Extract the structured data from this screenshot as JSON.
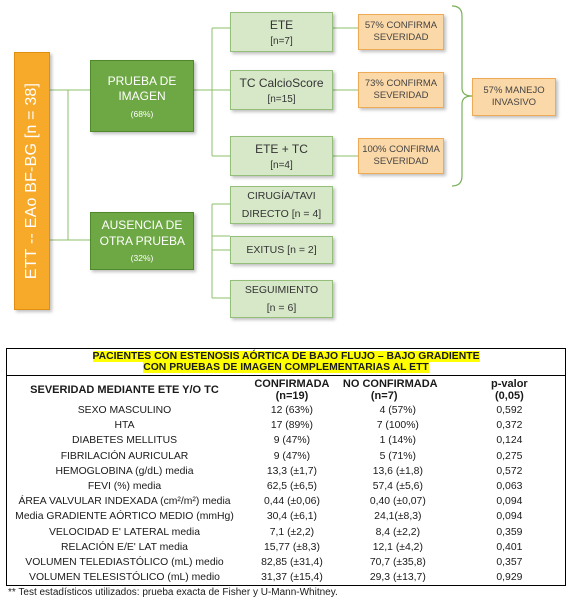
{
  "diagram": {
    "root": "ETT -- EAo BF-BG [n = 38]",
    "imaging": {
      "label": "PRUEBA DE IMAGEN",
      "percent": "(68%)"
    },
    "no_test": {
      "label": "AUSENCIA DE OTRA PRUEBA",
      "percent": "(32%)"
    },
    "tests": [
      {
        "name": "ETE",
        "n": "[n=7]",
        "result": "57% CONFIRMA SEVERIDAD"
      },
      {
        "name": "TC CalcioScore",
        "n": "[n=15]",
        "result": "73% CONFIRMA SEVERIDAD"
      },
      {
        "name": "ETE + TC",
        "n": "[n=4]",
        "result": "100% CONFIRMA SEVERIDAD"
      }
    ],
    "outcome": "57% MANEJO INVASIVO",
    "no_test_branches": [
      {
        "line1": "CIRUGÍA/TAVI",
        "line2": "DIRECTO [n = 4]"
      },
      {
        "line1": "EXITUS [n = 2]",
        "line2": ""
      },
      {
        "line1": "SEGUIMIENTO",
        "line2": "[n = 6]"
      }
    ]
  },
  "table": {
    "title_line1": "PACIENTES CON ESTENOSIS AÓRTICA DE BAJO FLUJO – BAJO GRADIENTE",
    "title_line2": "CON PRUEBAS DE IMAGEN COMPLEMENTARIAS AL ETT",
    "header": {
      "label": "SEVERIDAD MEDIANTE ETE Y/O TC",
      "confirmed": "CONFIRMADA",
      "confirmed_n": "(n=19)",
      "not_confirmed": "NO CONFIRMADA",
      "not_confirmed_n": "(n=7)",
      "pvalue": "p-valor",
      "pvalue_alpha": "(0,05)"
    },
    "rows": [
      {
        "label": "SEXO MASCULINO",
        "confirmed": "12 (63%)",
        "not_confirmed": "4 (57%)",
        "p": "0,592"
      },
      {
        "label": "HTA",
        "confirmed": "17 (89%)",
        "not_confirmed": "7 (100%)",
        "p": "0,372"
      },
      {
        "label": "DIABETES MELLITUS",
        "confirmed": "9 (47%)",
        "not_confirmed": "1 (14%)",
        "p": "0,124"
      },
      {
        "label": "FIBRILACIÓN AURICULAR",
        "confirmed": "9 (47%)",
        "not_confirmed": "5 (71%)",
        "p": "0,275"
      },
      {
        "label": "HEMOGLOBINA (g/dL) media",
        "confirmed": "13,3 (±1,7)",
        "not_confirmed": "13,6 (±1,8)",
        "p": "0,572"
      },
      {
        "label": "FEVI (%) media",
        "confirmed": "62,5 (±6,5)",
        "not_confirmed": "57,4 (±5,6)",
        "p": "0,063"
      },
      {
        "label": "ÁREA VALVULAR INDEXADA (cm²/m²) media",
        "confirmed": "0,44 (±0,06)",
        "not_confirmed": "0,40 (±0,07)",
        "p": "0,094"
      },
      {
        "label": "Media GRADIENTE AÓRTICO MEDIO (mmHg)",
        "confirmed": "30,4 (±6,1)",
        "not_confirmed": "24,1(±8,3)",
        "p": "0,094"
      },
      {
        "label": "VELOCIDAD E' LATERAL media",
        "confirmed": "7,1 (±2,2)",
        "not_confirmed": "8,4 (±2,2)",
        "p": "0,359"
      },
      {
        "label": "RELACIÓN E/E' LAT media",
        "confirmed": "15,77 (±8,3)",
        "not_confirmed": "12,1 (±4,2)",
        "p": "0,401"
      },
      {
        "label": "VOLUMEN TELEDIASTÓLICO (mL) medio",
        "confirmed": "82,85 (±31,4)",
        "not_confirmed": "70,7 (±35,8)",
        "p": "0,357"
      },
      {
        "label": "VOLUMEN TELESISTÓLICO (mL) medio",
        "confirmed": "31,37 (±15,4)",
        "not_confirmed": "29,3 (±13,7)",
        "p": "0,929"
      }
    ],
    "footnote": "** Test estadísticos utilizados: prueba exacta de Fisher y U-Mann-Whitney."
  },
  "colors": {
    "root_bar": "#f7a92a",
    "dark_green": "#6ea844",
    "light_green": "#d7e8c8",
    "light_orange": "#fbd8a8",
    "highlight": "#ffff00"
  }
}
